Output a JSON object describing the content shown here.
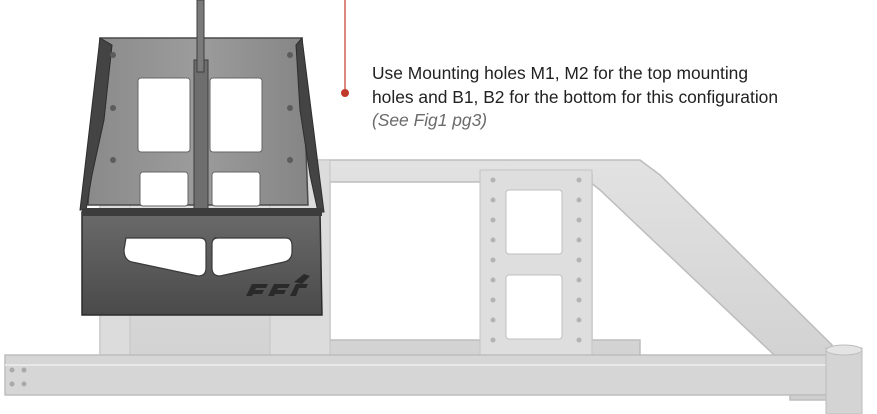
{
  "instruction": {
    "line1": "Use Mounting holes M1, M2 for the top mounting",
    "line2": "holes and B1, B2 for the bottom for this configuration",
    "reference": "(See Fig1 pg3)"
  },
  "illustration": {
    "subject": "storage-box-on-tire-carrier-frame",
    "logo": "fab-fours-logo",
    "colors": {
      "callout_line": "#c0392b",
      "callout_dot": "#c0392b",
      "frame_fill": "#d9d9d9",
      "frame_stroke": "#bdbdbd",
      "box_fill": "#5a5a5a",
      "box_dark": "#3a3a3a",
      "text": "#222222",
      "reference_text": "#6b6b6b"
    }
  }
}
